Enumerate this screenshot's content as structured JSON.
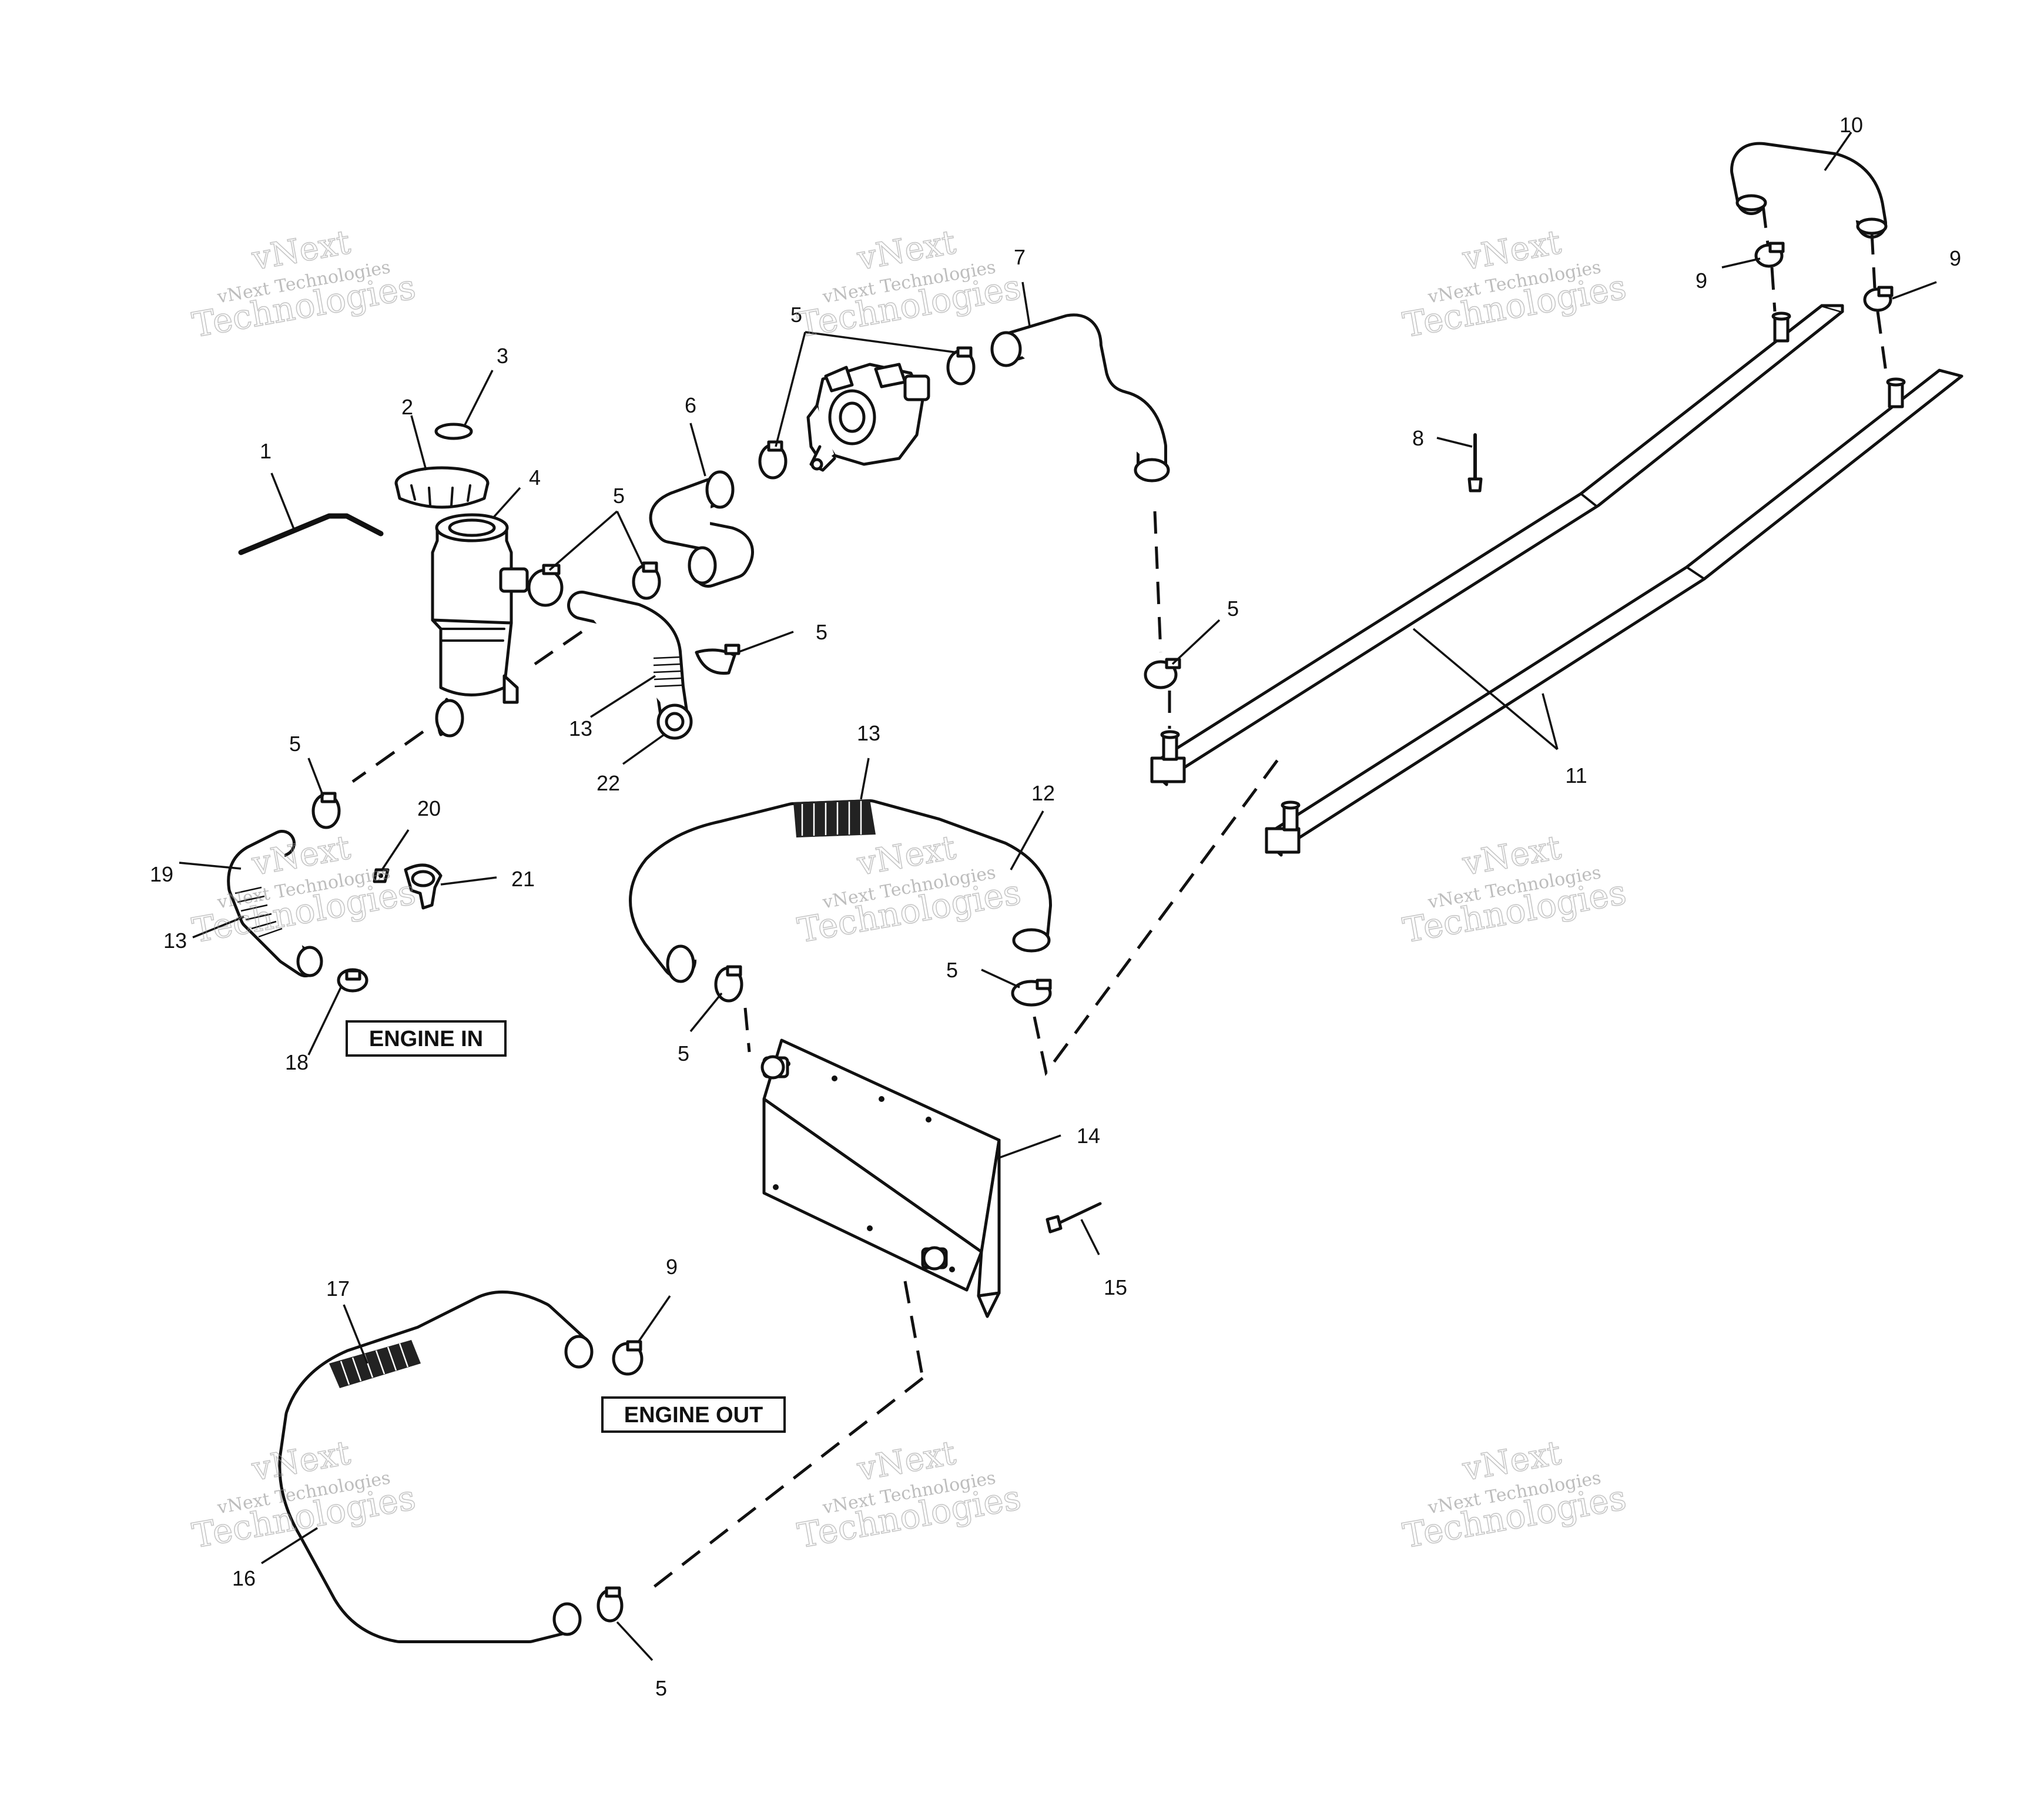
{
  "callouts": [
    "1",
    "2",
    "3",
    "4",
    "5",
    "5",
    "5",
    "5",
    "5",
    "5",
    "5",
    "5",
    "5",
    "6",
    "7",
    "8",
    "9",
    "9",
    "9",
    "10",
    "11",
    "12",
    "13",
    "13",
    "13",
    "14",
    "15",
    "16",
    "17",
    "18",
    "19",
    "20",
    "21",
    "22"
  ],
  "boxes": {
    "engine_in": "ENGINE IN",
    "engine_out": "ENGINE OUT"
  },
  "watermark": {
    "line1": "vNext",
    "line2": "vNext Technologies",
    "line3": "Technologies"
  }
}
